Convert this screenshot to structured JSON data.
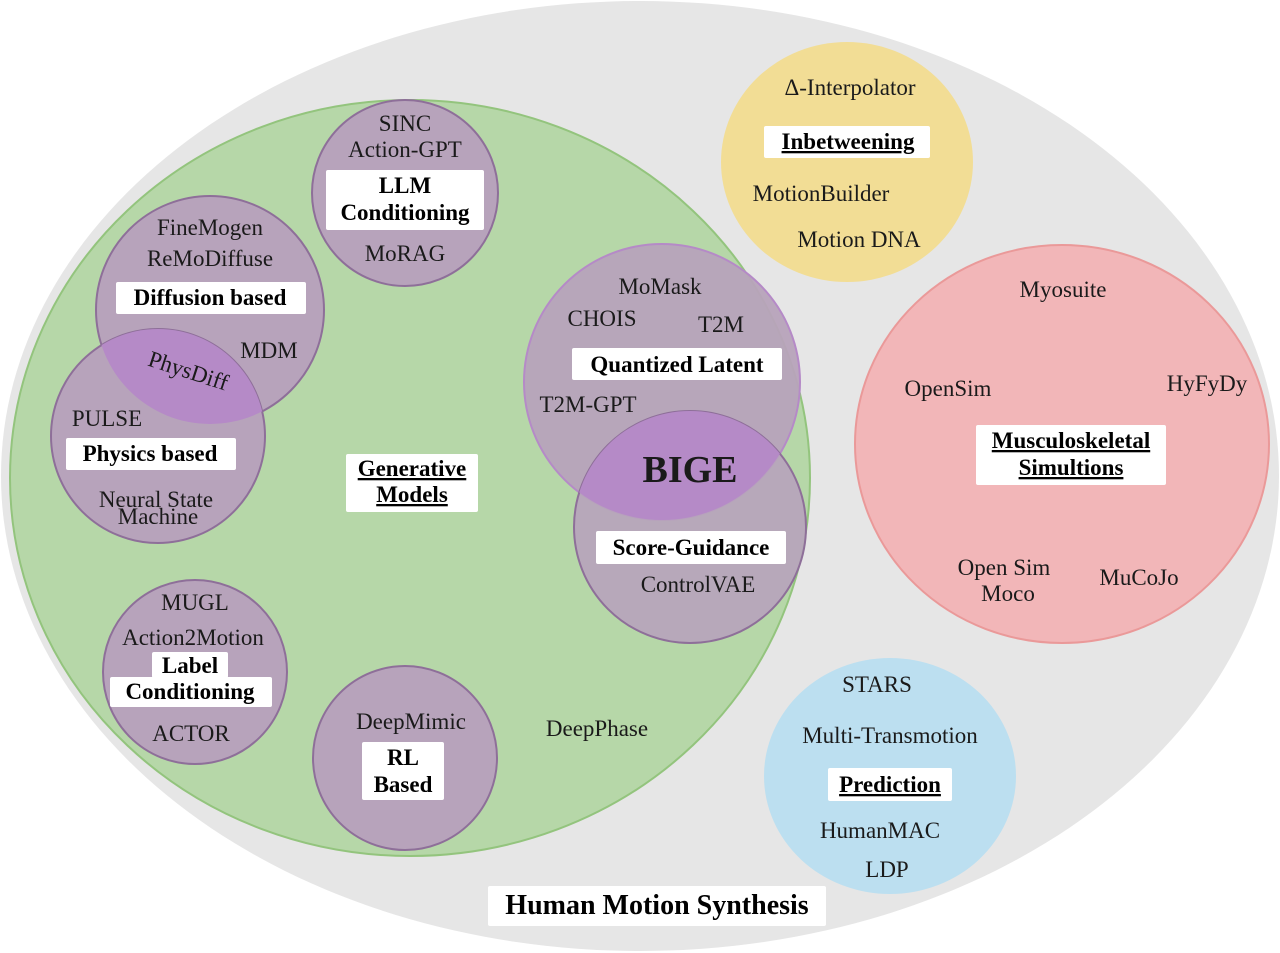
{
  "colors": {
    "outer": "#e6e6e6",
    "generative": "#b6d7a8",
    "generative_stroke": "#93c47d",
    "subcircle": "#b7a3bb",
    "subcircle_stroke": "#8e6f99",
    "overlap": "#b58ac7",
    "inbetweening": "#f2dd95",
    "musculoskeletal": "#f2b6b8",
    "musculoskeletal_stroke": "#ea9999",
    "prediction": "#bcdff0"
  },
  "outer": {
    "title": "Human Motion Synthesis"
  },
  "generative": {
    "title_line1": "Generative",
    "title_line2": "Models",
    "deepphase": "DeepPhase"
  },
  "llm": {
    "item1": "SINC",
    "item2": "Action-GPT",
    "title_line1": "LLM",
    "title_line2": "Conditioning",
    "item3": "MoRAG"
  },
  "diffusion": {
    "item1": "FineMogen",
    "item2": "ReMoDiffuse",
    "title": "Diffusion based",
    "item3": "MDM",
    "overlap_item": "PhysDiff"
  },
  "physics": {
    "item1": "PULSE",
    "title": "Physics based",
    "item2_line1": "Neural State",
    "item2_line2": "Machine"
  },
  "label": {
    "item1": "MUGL",
    "item2": "Action2Motion",
    "title_line1": "Label",
    "title_line2": "Conditioning",
    "item3": "ACTOR"
  },
  "rl": {
    "item1": "DeepMimic",
    "title_line1": "RL",
    "title_line2": "Based"
  },
  "quantized": {
    "item1": "MoMask",
    "item2": "CHOIS",
    "item3": "T2M",
    "title": "Quantized Latent",
    "item4": "T2M-GPT"
  },
  "score": {
    "center": "BIGE",
    "title": "Score-Guidance",
    "item1": "ControlVAE"
  },
  "inbetweening": {
    "item1": "Δ-Interpolator",
    "title": " Inbetweening",
    "item2": "MotionBuilder",
    "item3": "Motion DNA"
  },
  "musculoskeletal": {
    "item1": "Myosuite",
    "item2": "OpenSim",
    "item3": "HyFyDy",
    "title_line1": "Musculoskeletal",
    "title_line2": "Simultions",
    "item4_line1": "Open Sim",
    "item4_line2": "Moco",
    "item5": "MuCoJo"
  },
  "prediction": {
    "item1": "STARS",
    "item2": "Multi-Transmotion",
    "title": "Prediction",
    "item3": "HumanMAC",
    "item4": "LDP"
  }
}
